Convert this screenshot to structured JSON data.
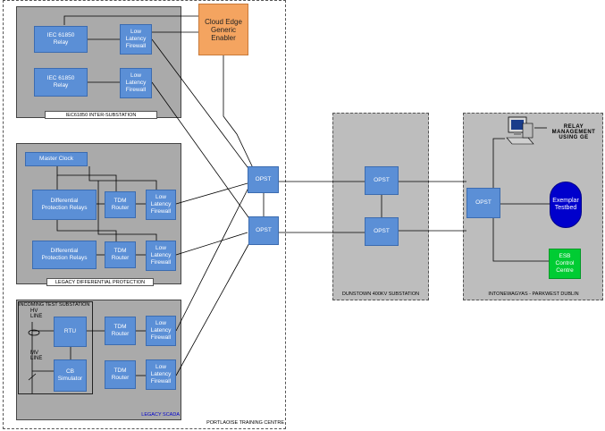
{
  "colors": {
    "device_blue": "#5b8fd6",
    "cloud_orange": "#f4a460",
    "ess_green": "#00cc33",
    "testbed_blue": "#0000cc"
  },
  "areas": {
    "portlaoise": "PORTLAOISE TRAINING CENTRE",
    "dunstown": "DUNSTOWN 400KV SUBSTATION",
    "inchicore": "INTONEWAGYAS - PARKWEST DUBLIN"
  },
  "panels": {
    "iec61850": {
      "caption": "IEC61850 INTER-SUBSTATION"
    },
    "legacy_diff": {
      "caption": "LEGACY DIFFERENTIAL PROTECTION"
    },
    "legacy_scada": {
      "caption": "LEGACY SCADA",
      "sub_caption": "INCOMING TEST SUBSTATION"
    }
  },
  "devices": {
    "relay1": "IEC 61850\nRelay",
    "relay2": "IEC 61850\nRelay",
    "fw1": "Low\nLatency\nFirewall",
    "fw2": "Low\nLatency\nFirewall",
    "fw3": "Low\nLatency\nFirewall",
    "fw4": "Low\nLatency\nFirewall",
    "fw5": "Low\nLatency\nFirewall",
    "fw6": "Low\nLatency\nFirewall",
    "master_clock": "Master Clock",
    "diff1": "Differential\nProtection Relays",
    "diff2": "Differential\nProtection Relays",
    "tdm1": "TDM\nRouter",
    "tdm2": "TDM\nRouter",
    "tdm3": "TDM\nRouter",
    "tdm4": "TDM\nRouter",
    "rtu": "RTU",
    "cb_sim": "CB\nSimulator",
    "hv_line": "HV\nLINE",
    "mv_line": "MV\nLINE",
    "opst1": "OPST",
    "opst2": "OPST",
    "opst3": "OPST",
    "opst4": "OPST",
    "opst5": "OPST",
    "cloud": "Cloud Edge\nGeneric\nEnabler",
    "exemplar": "Exemplar\nTestbed",
    "ess": "ESB\nControl\nCentre",
    "relay_mgmt": "RELAY\nMANAGEMENT\nUSING GE"
  }
}
